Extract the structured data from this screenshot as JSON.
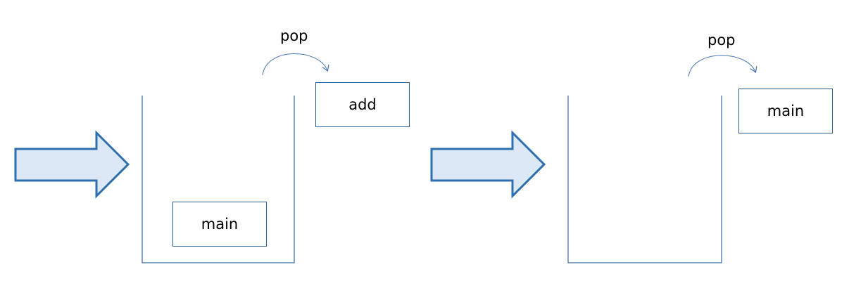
{
  "colors": {
    "stack_outline": "#3b69a3",
    "arrow_fill": "#dce8f5",
    "arrow_stroke": "#2e6fb0",
    "curve_stroke": "#4a77b4"
  },
  "icons": {
    "big_arrow": "right-arrow-icon",
    "pop_arrow": "curved-arrow-icon"
  },
  "panel1": {
    "pop_label": "pop",
    "popped_frame": "add",
    "stack_frames": [
      "main"
    ]
  },
  "panel2": {
    "pop_label": "pop",
    "popped_frame": "main",
    "stack_frames": []
  }
}
